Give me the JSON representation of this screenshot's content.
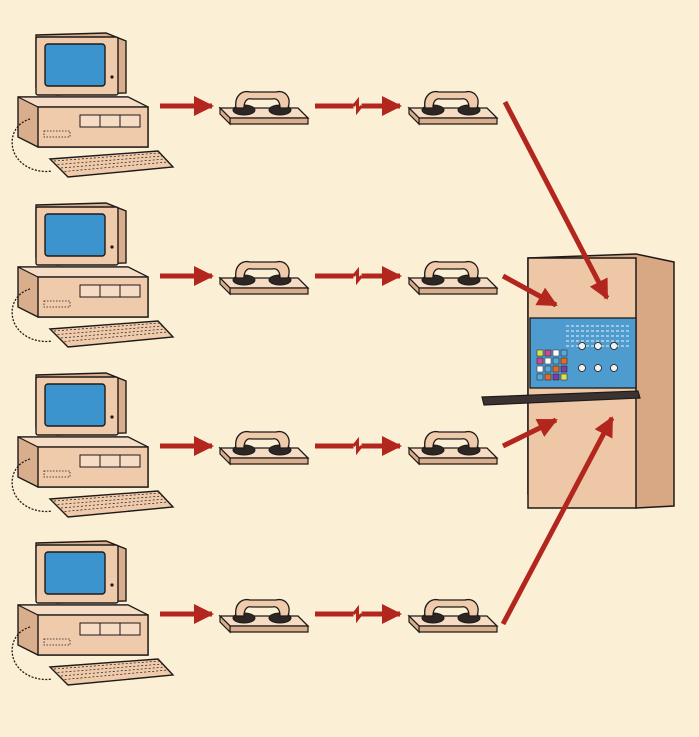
{
  "colors": {
    "background": "#FBF0D6",
    "beige": "#EFCBAB",
    "beige_dark": "#D9AE8C",
    "beige_light": "#F6DCC4",
    "screen": "#3C94CE",
    "screen_dark": "#2F78AC",
    "outline": "#1E1A18",
    "arrow": "#B3261E",
    "receiver": "#2C2624",
    "panel": "#4E9CCF",
    "shelf": "#3A3331",
    "cabinet": "#EDC7A6",
    "cabinet_side": "#D8A885"
  },
  "icons": {
    "computer": "personal-computer-icon",
    "modem": "acoustic-coupler-telephone-icon",
    "mainframe": "mainframe-terminal-icon",
    "link": "transmission-arrow-icon"
  },
  "diagram": {
    "nodes": [
      {
        "kind": "computer",
        "count": 4
      },
      {
        "kind": "telephone-sender",
        "count": 4
      },
      {
        "kind": "telephone-receiver",
        "count": 4
      },
      {
        "kind": "mainframe",
        "count": 1
      }
    ],
    "links": [
      {
        "from": "computer",
        "to": "telephone-sender",
        "style": "solid"
      },
      {
        "from": "telephone-sender",
        "to": "telephone-receiver",
        "style": "broken-line"
      },
      {
        "from": "telephone-receiver",
        "to": "mainframe",
        "style": "solid"
      }
    ]
  }
}
